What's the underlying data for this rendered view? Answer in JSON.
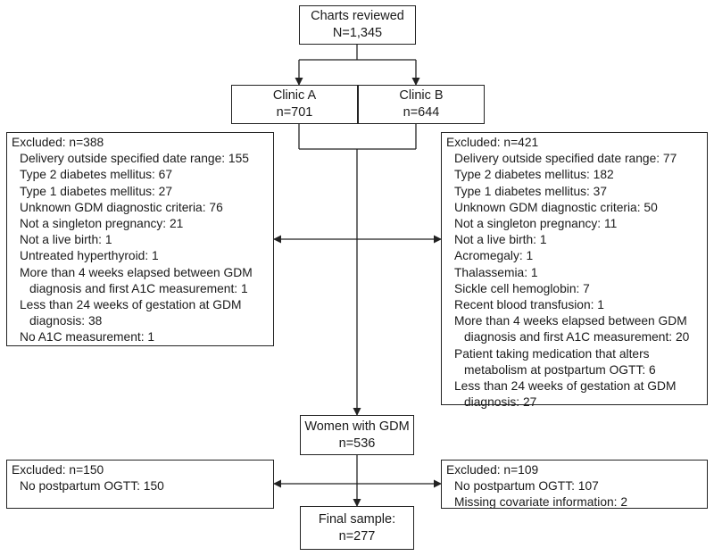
{
  "nodes": {
    "reviewed": {
      "line1": "Charts reviewed",
      "line2": "N=1,345"
    },
    "clinic_a": {
      "line1": "Clinic A",
      "line2": "n=701"
    },
    "clinic_b": {
      "line1": "Clinic B",
      "line2": "n=644"
    },
    "women_gdm": {
      "line1": "Women with GDM",
      "line2": "n=536"
    },
    "final": {
      "line1": "Final sample:",
      "line2": "n=277"
    }
  },
  "excluded_a1": {
    "title": "Excluded: n=388",
    "items": [
      "Delivery outside specified date range: 155",
      "Type 2 diabetes mellitus: 67",
      "Type 1 diabetes mellitus: 27",
      "Unknown GDM diagnostic criteria: 76",
      "Not a singleton pregnancy: 21",
      "Not a live birth: 1",
      "Untreated hyperthyroid: 1",
      "More than 4 weeks elapsed between GDM",
      "diagnosis and first A1C measurement: 1",
      "Less than 24 weeks of gestation at GDM",
      "diagnosis: 38",
      "No A1C measurement: 1"
    ]
  },
  "excluded_b1": {
    "title": "Excluded: n=421",
    "items": [
      "Delivery outside specified date range: 77",
      "Type 2 diabetes mellitus: 182",
      "Type 1 diabetes mellitus: 37",
      "Unknown GDM diagnostic criteria: 50",
      "Not a singleton pregnancy: 11",
      "Not a live birth: 1",
      "Acromegaly: 1",
      "Thalassemia: 1",
      "Sickle cell hemoglobin: 7",
      "Recent blood transfusion: 1",
      "More than 4 weeks elapsed between GDM",
      "diagnosis and first A1C measurement: 20",
      "Patient taking medication that alters",
      "metabolism at postpartum OGTT: 6",
      "Less than 24 weeks of gestation at GDM",
      "diagnosis: 27"
    ]
  },
  "excluded_a2": {
    "title": "Excluded: n=150",
    "items": [
      "No postpartum OGTT: 150"
    ]
  },
  "excluded_b2": {
    "title": "Excluded: n=109",
    "items": [
      "No postpartum OGTT: 107",
      "Missing covariate information: 2"
    ]
  }
}
